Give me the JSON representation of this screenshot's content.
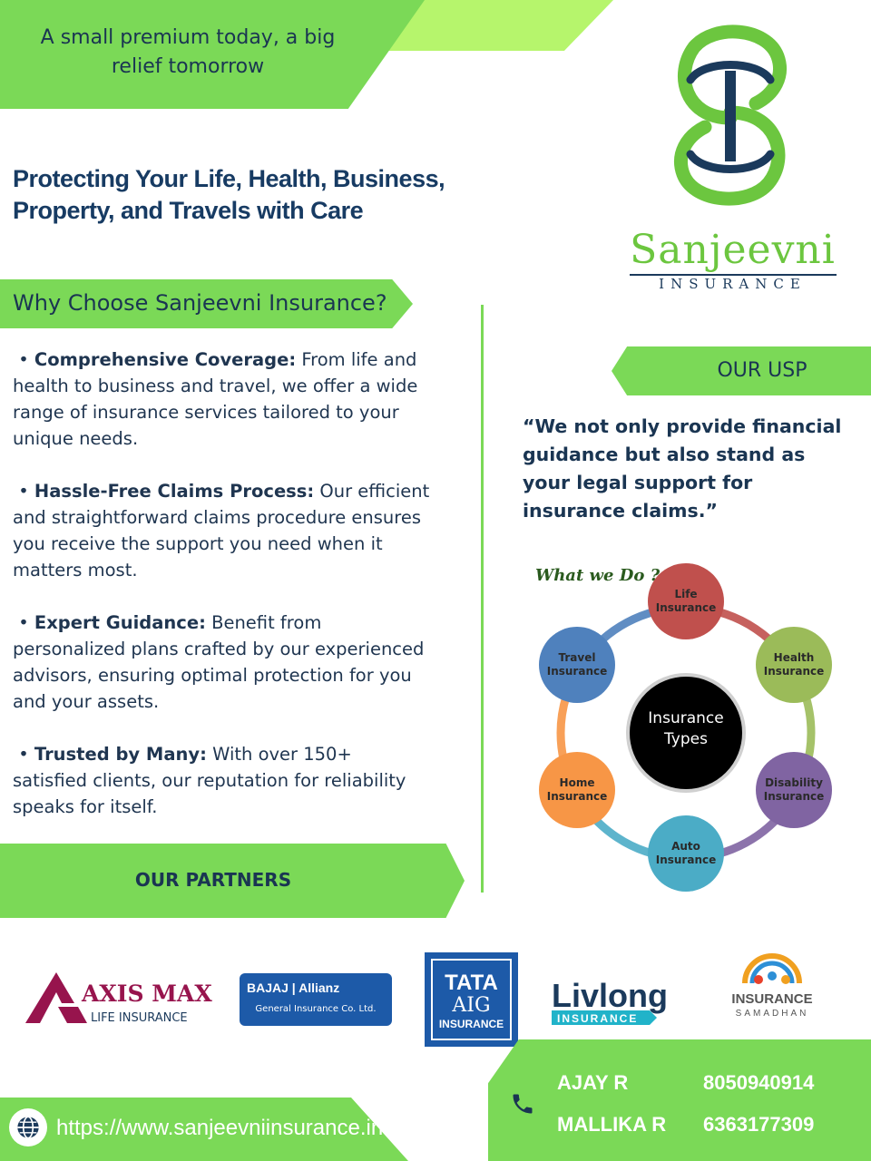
{
  "tagline": {
    "line1": "A small premium today, a big",
    "line2": "relief tomorrow"
  },
  "headline": {
    "line1": "Protecting Your Life, Health, Business,",
    "line2": "Property, and Travels with Care"
  },
  "logo": {
    "name": "Sanjeevni",
    "sub": "INSURANCE"
  },
  "why": {
    "title": "Why Choose Sanjeevni Insurance?",
    "items": [
      {
        "title": "Comprehensive Coverage:",
        "text": " From life and health to business and travel, we offer a wide range of insurance services tailored to your unique needs."
      },
      {
        "title": "Hassle-Free Claims Process:",
        "text": " Our efficient and straightforward claims procedure ensures you receive the support you need when it matters most."
      },
      {
        "title": "Expert Guidance:",
        "text": " Benefit from personalized plans crafted by our experienced advisors, ensuring optimal protection for you and your assets."
      },
      {
        "title": "Trusted by Many:",
        "text": " With over 150+ satisfied clients, our reputation for reliability speaks for itself."
      }
    ]
  },
  "usp": {
    "title": "OUR USP",
    "quote": "“We not only provide financial guidance but also stand as your legal support for insurance claims.”"
  },
  "diagram": {
    "title": "What we Do ?",
    "center": {
      "line1": "Insurance",
      "line2": "Types"
    },
    "nodes": [
      {
        "line1": "Life",
        "line2": "Insurance",
        "color": "#c0504d"
      },
      {
        "line1": "Health",
        "line2": "Insurance",
        "color": "#9bbb59"
      },
      {
        "line1": "Disability",
        "line2": "Insurance",
        "color": "#8064a2"
      },
      {
        "line1": "Auto",
        "line2": "Insurance",
        "color": "#4bacc6"
      },
      {
        "line1": "Home",
        "line2": "Insurance",
        "color": "#f79646"
      },
      {
        "line1": "Travel",
        "line2": "Insurance",
        "color": "#4f81bd"
      }
    ]
  },
  "partners": {
    "title": "OUR PARTNERS",
    "axis": {
      "name": "AXIS MAX",
      "sub": "LIFE INSURANCE"
    },
    "bajaj": {
      "name": "BAJAJ",
      "allianz": "Allianz",
      "sub": "General Insurance Co. Ltd."
    },
    "tata": {
      "line1": "TATA",
      "line2": "AIG",
      "line3": "INSURANCE"
    },
    "livlong": {
      "name": "Livlong",
      "sub": "INSURANCE"
    },
    "samadhan": {
      "name": "INSURANCE",
      "sub": "SAMADHAN"
    }
  },
  "contacts": [
    {
      "name": "AJAY R",
      "phone": "8050940914"
    },
    {
      "name": "MALLIKA R",
      "phone": "6363177309"
    }
  ],
  "website": "https://www.sanjeevniinsurance.in",
  "colors": {
    "green": "#7bd957",
    "light_green": "#b6f56c",
    "navy": "#1a3552",
    "logo_green": "#6cc63f"
  }
}
